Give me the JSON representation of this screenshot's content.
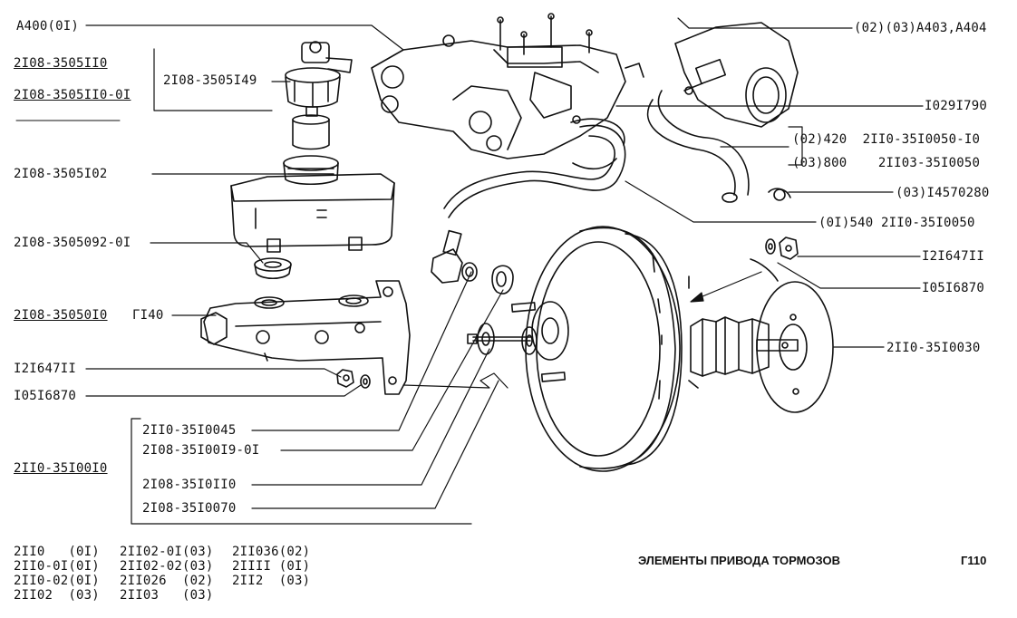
{
  "diagram": {
    "title": "ЭЛЕМЕНТЫ ПРИВОДА ТОРМОЗОВ",
    "page_code": "Г110",
    "colors": {
      "ink": "#111111",
      "paper": "#ffffff"
    },
    "labels": {
      "a400": "A400(0I)",
      "a403": "(02)(03)A403,A404",
      "l21083505110": "2I08-3505II0",
      "l2108350511001": "2I08-3505II0-0I",
      "l2108350514": "2I08-3505I49",
      "l1029": "I029I790",
      "l420": "(02)420  2II0-35I0050-I0",
      "l800": "(03)800    2II03-35I0050",
      "l2108350510": "2I08-3505I02",
      "l14570": "(03)I4570280",
      "l540": "(0I)540 2II0-35I0050",
      "l505092": "2I08-3505092-0I",
      "l121647r": "I2I647II",
      "l105r": "I05I6870",
      "l350510": "2I08-35050I0",
      "g140": "ГI40",
      "l211035": "2II0-35I0030",
      "l121647l": "I2I647II",
      "l105l": "I05I6870",
      "l45": "2II0-35I0045",
      "l19": "2I08-35I00I9-0I",
      "l110": "2I08-35I0II0",
      "l70": "2I08-35I0070",
      "l2110351": "2II0-35I00I0"
    },
    "models": [
      [
        "2II0   (0I)",
        "2II02-0I(03)",
        "2II036(02)"
      ],
      [
        "2II0-0I(0I)",
        "2II02-02(03)",
        "2IIII (0I)"
      ],
      [
        "2II0-02(0I)",
        "2II026  (02)",
        "2II2  (03)"
      ],
      [
        "2II02  (03)",
        "2II03   (03)",
        ""
      ]
    ]
  }
}
